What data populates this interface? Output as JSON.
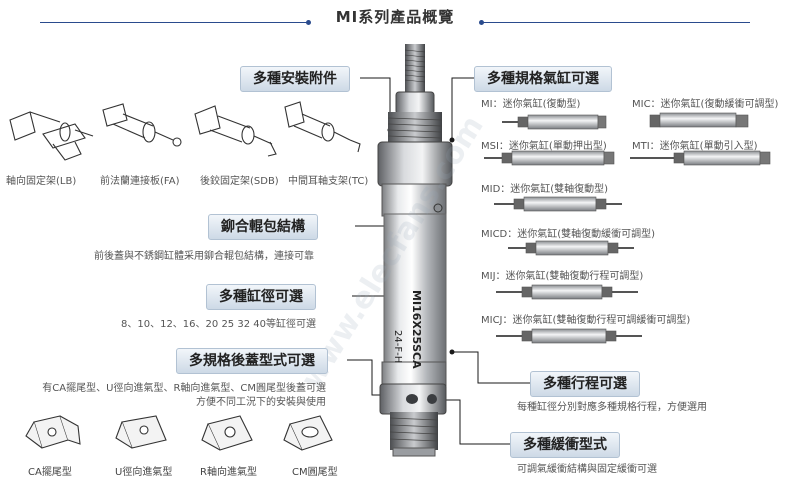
{
  "title": "MI系列產品概覽",
  "watermark": "www.elecfans.com",
  "colors": {
    "accent": "#2a4b8d",
    "tag_bg": "#dbe4ee",
    "connector": "#1a1a1a"
  },
  "left": {
    "accessories": {
      "title": "多種安裝附件",
      "items": [
        "軸向固定架(LB)",
        "前法蘭連接板(FA)",
        "後鉸固定架(SDB)",
        "中間耳軸支架(TC)"
      ]
    },
    "riveted": {
      "title": "鉚合輥包結構",
      "desc": "前後蓋與不銹鋼缸體采用鉚合輥包結構，連接可靠"
    },
    "bore": {
      "title": "多種缸徑可選",
      "desc": "8、10、12、16、20 25 32 40等缸徑可選"
    },
    "cover": {
      "title": "多規格後蓋型式可選",
      "desc_lines": [
        "有CA擺尾型、U徑向進氣型、R軸向進氣型、CM圓尾型後蓋可選",
        "方便不同工況下的安裝與使用"
      ],
      "items": [
        "CA擺尾型",
        "U徑向進氣型",
        "R軸向進氣型",
        "CM圓尾型"
      ]
    }
  },
  "center": {
    "body_label": "MI16X25SCA",
    "sub_label": "24-F-H"
  },
  "right": {
    "specs": {
      "title": "多種規格氣缸可選",
      "models": [
        {
          "label": "MI：迷你氣缸(復動型)"
        },
        {
          "label": "MIC：迷你氣缸(復動緩衝可調型)"
        },
        {
          "label": "MSI：迷你氣缸(單動押出型)"
        },
        {
          "label": "MTI：迷你氣缸(單動引入型)"
        },
        {
          "label": "MID：迷你氣缸(雙軸復動型)"
        },
        {
          "label": "MICD：迷你氣缸(雙軸復動緩衝可調型)"
        },
        {
          "label": "MIJ：迷你氣缸(雙軸復動行程可調型)"
        },
        {
          "label": "MICJ：迷你氣缸(雙軸復動行程可調緩衝可調型)"
        }
      ]
    },
    "stroke": {
      "title": "多種行程可選",
      "desc": "每種缸徑分別對應多種規格行程，方便選用"
    },
    "cushion": {
      "title": "多種緩衝型式",
      "desc": "可調氣緩衝結構與固定緩衝可選"
    }
  }
}
